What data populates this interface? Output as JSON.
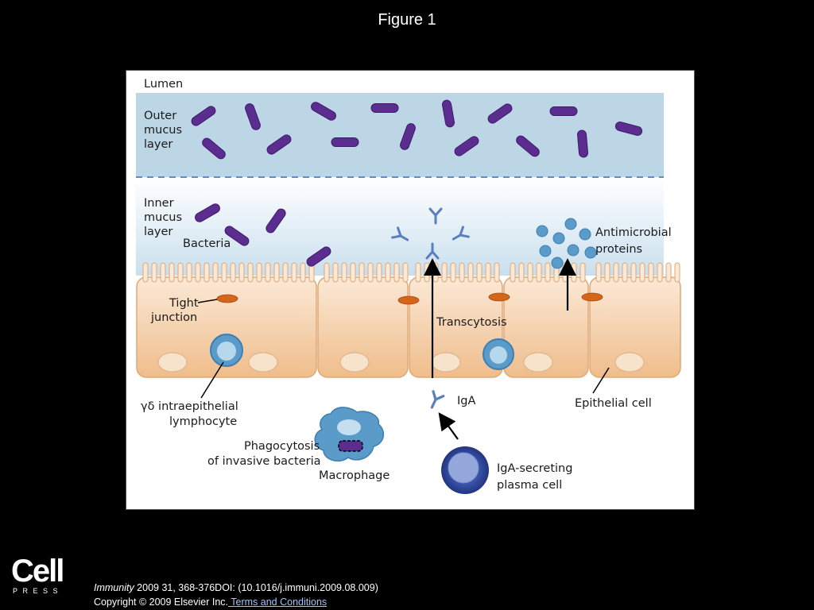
{
  "slide": {
    "title": "Figure 1"
  },
  "labels": {
    "lumen": "Lumen",
    "outer_mucus": [
      "Outer",
      "mucus",
      "layer"
    ],
    "inner_mucus": [
      "Inner",
      "mucus",
      "layer"
    ],
    "bacteria": "Bacteria",
    "antimicrobial": [
      "Antimicrobial",
      "proteins"
    ],
    "tight_junction": [
      "Tight",
      "junction"
    ],
    "transcytosis": "Transcytosis",
    "gd_lymphocyte": [
      "γδ intraepithelial",
      "lymphocyte"
    ],
    "iga": "IgA",
    "epithelial_cell": "Epithelial cell",
    "phagocytosis": [
      "Phagocytosis",
      "of invasive bacteria"
    ],
    "macrophage": "Macrophage",
    "plasma_cell": [
      "IgA-secreting",
      "plasma cell"
    ]
  },
  "colors": {
    "outer_mucus": "#bcd6e6",
    "inner_mucus": "#dbe9f2",
    "epithelium": "#f2cfa8",
    "bacteria": "#5b2d8e",
    "antibody": "#5a7fc1",
    "tight_junction": "#d4661c",
    "lymphocyte": "#5b9bc9",
    "plasma_cell": "#3b55b0"
  },
  "footer": {
    "logo_word": "Cell",
    "logo_press": "PRESS",
    "journal": "Immunity",
    "citation_rest": " 2009 31, 368-376DOI: (10.1016/j.immuni.2009.08.009)",
    "copyright": "Copyright © 2009 Elsevier Inc.",
    "terms_link": " Terms and Conditions"
  }
}
